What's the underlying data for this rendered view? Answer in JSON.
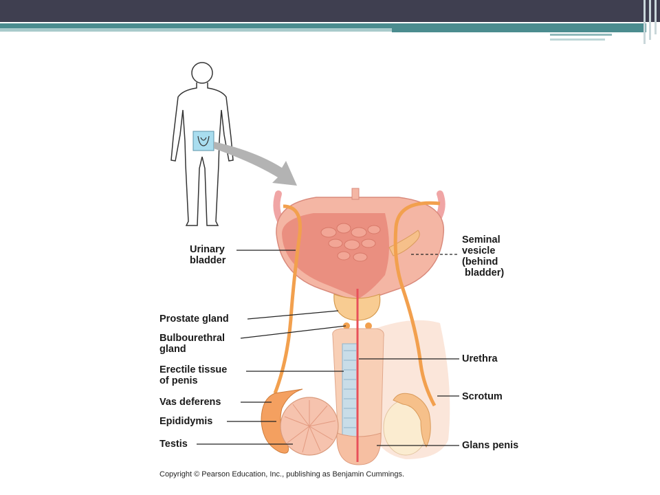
{
  "labels": {
    "urinary_bladder_1": "Urinary",
    "urinary_bladder_2": "bladder",
    "prostate_gland": "Prostate gland",
    "bulbourethral_1": "Bulbourethral",
    "bulbourethral_2": "gland",
    "erectile_1": "Erectile tissue",
    "erectile_2": "of penis",
    "vas_deferens": "Vas deferens",
    "epididymis": "Epididymis",
    "testis": "Testis",
    "seminal_1": "Seminal",
    "seminal_2": "vesicle",
    "seminal_3": "(behind",
    "seminal_4": "bladder)",
    "urethra": "Urethra",
    "scrotum": "Scrotum",
    "glans_penis": "Glans penis"
  },
  "copyright": "Copyright © Pearson Education, Inc., publishing as Benjamin Cummings.",
  "colors": {
    "title_bar": "#3f3f50",
    "accent_teal": "#4b8c8f",
    "bladder": "#f2a596",
    "tissue_pink": "#f6c3ae",
    "vas_orange": "#f2a04e",
    "highlight_box": "#a9ddef"
  }
}
